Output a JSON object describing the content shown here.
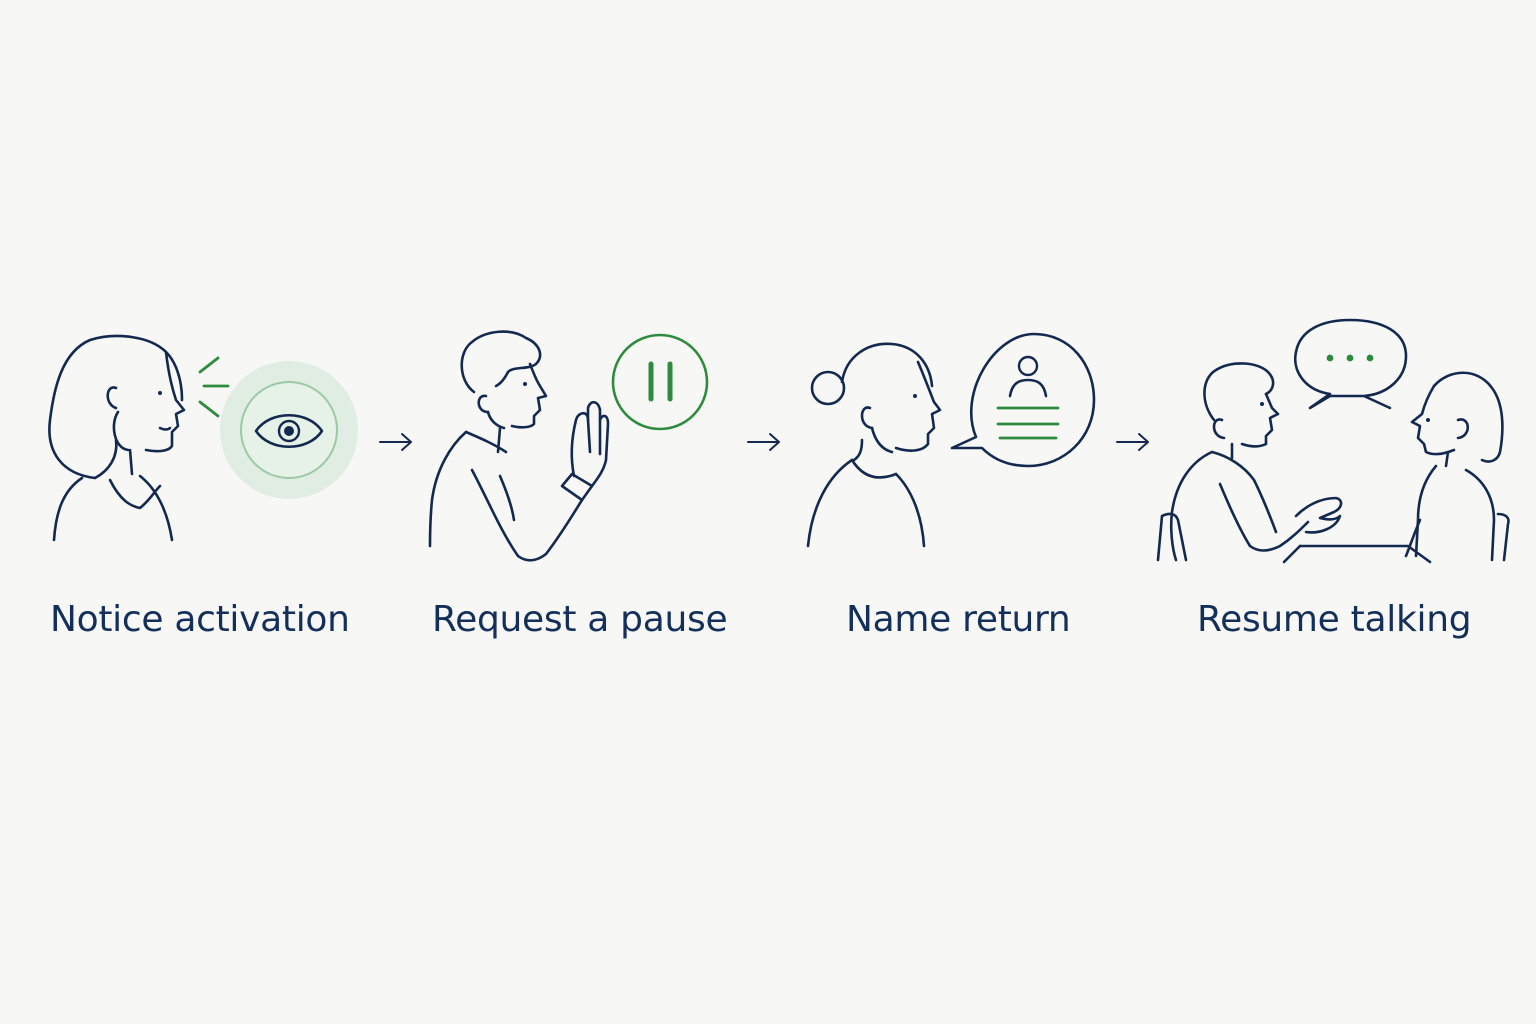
{
  "steps": [
    {
      "label": "Notice activation",
      "icon": "eye-icon"
    },
    {
      "label": "Request a pause",
      "icon": "pause-icon"
    },
    {
      "label": "Name return",
      "icon": "person-speech-icon"
    },
    {
      "label": "Resume talking",
      "icon": "chat-bubble-icon"
    }
  ],
  "colors": {
    "background": "#f7f7f5",
    "ink": "#13294f",
    "text": "#14305a",
    "accent": "#2e8b3e",
    "accent_soft": "#d7eadb"
  }
}
